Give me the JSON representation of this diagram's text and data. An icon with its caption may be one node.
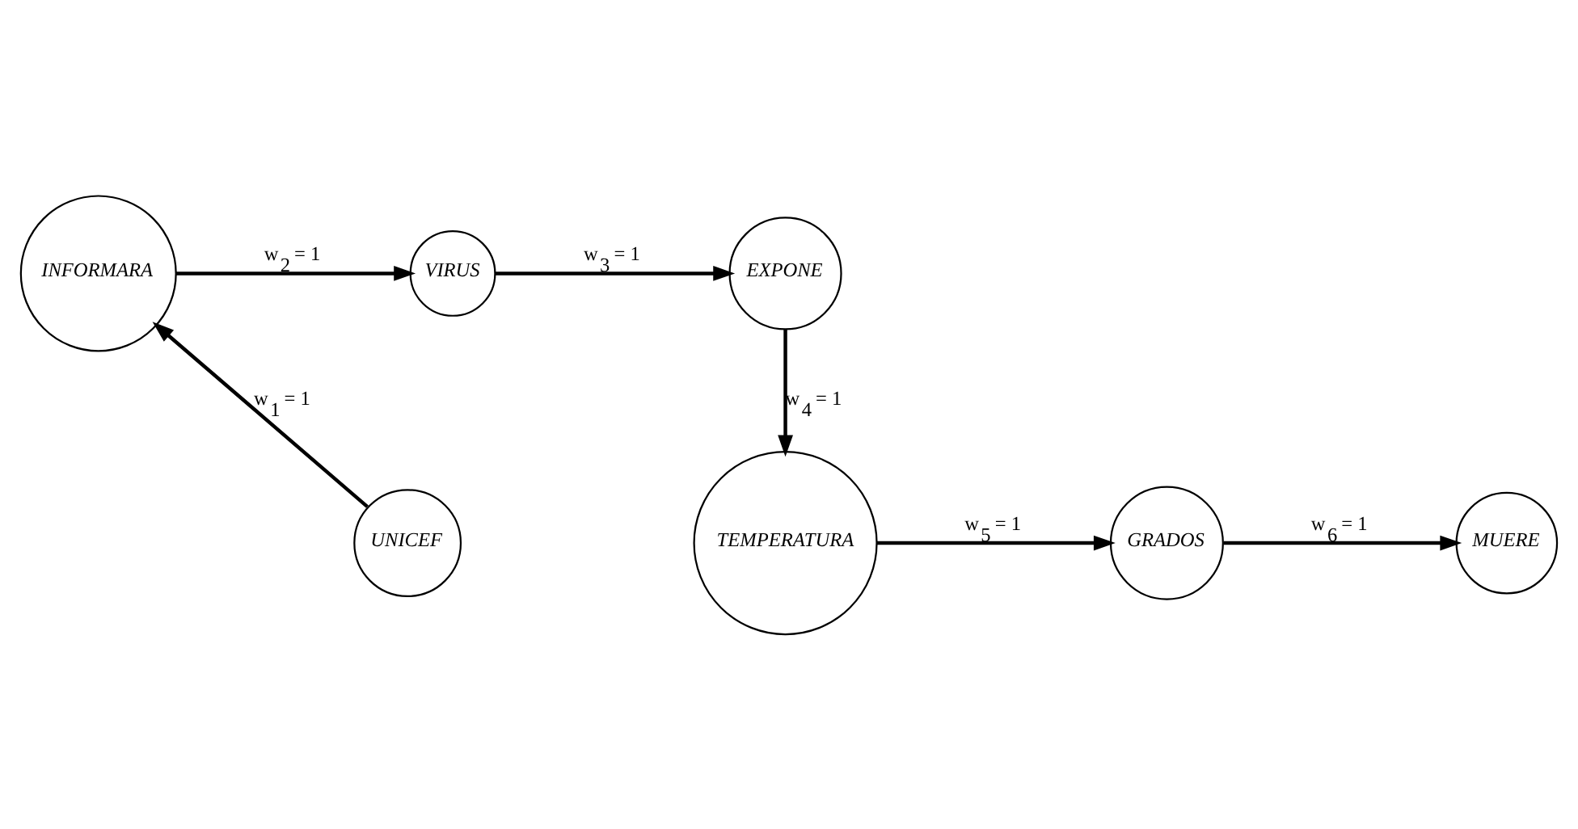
{
  "diagram": {
    "nodes": [
      {
        "text": [
          "UNICEF"
        ]
      },
      {
        "text": [
          "INFORMARA"
        ]
      },
      {
        "text": [
          "VIRUS"
        ]
      },
      {
        "text": [
          "EXPONE"
        ]
      },
      {
        "text": [
          "TEMPERATURA"
        ]
      },
      {
        "text": [
          "GRADOS"
        ]
      },
      {
        "text": [
          "MUERE"
        ]
      }
    ],
    "edges": [
      {
        "from": 0,
        "to": 1,
        "arrow": "to",
        "label": "w$_{1}$ = 1"
      },
      {
        "from": 1,
        "to": 2,
        "arrow": "to",
        "label": "w$_{2}$ = 1"
      },
      {
        "from": 2,
        "to": 3,
        "arrow": "to",
        "label": "w$_{3}$ = 1"
      },
      {
        "from": 3,
        "to": 4,
        "arrow": "to",
        "label": "w$_{4}$ = 1"
      },
      {
        "from": 4,
        "to": 5,
        "arrow": "to",
        "label": "w$_{5}$ = 1"
      },
      {
        "from": 5,
        "to": 6,
        "arrow": "to",
        "label": "w$_{6}$ = 1"
      }
    ]
  }
}
